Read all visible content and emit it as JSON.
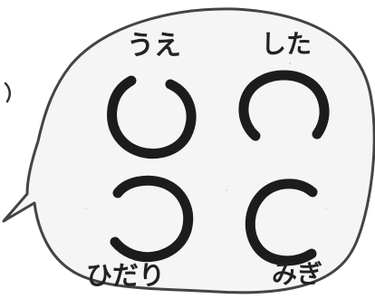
{
  "labels": {
    "top": "うえ",
    "bottom": "した",
    "left": "ひだり",
    "right": "みぎ"
  },
  "icons": {
    "rings": [
      "ring-gap-top-icon",
      "ring-gap-bottom-icon",
      "ring-gap-left-icon",
      "ring-gap-right-icon"
    ]
  },
  "colors": {
    "ink": "#1c1c1c",
    "bubble": "#f4f4f4",
    "paper": "#ffffff"
  }
}
